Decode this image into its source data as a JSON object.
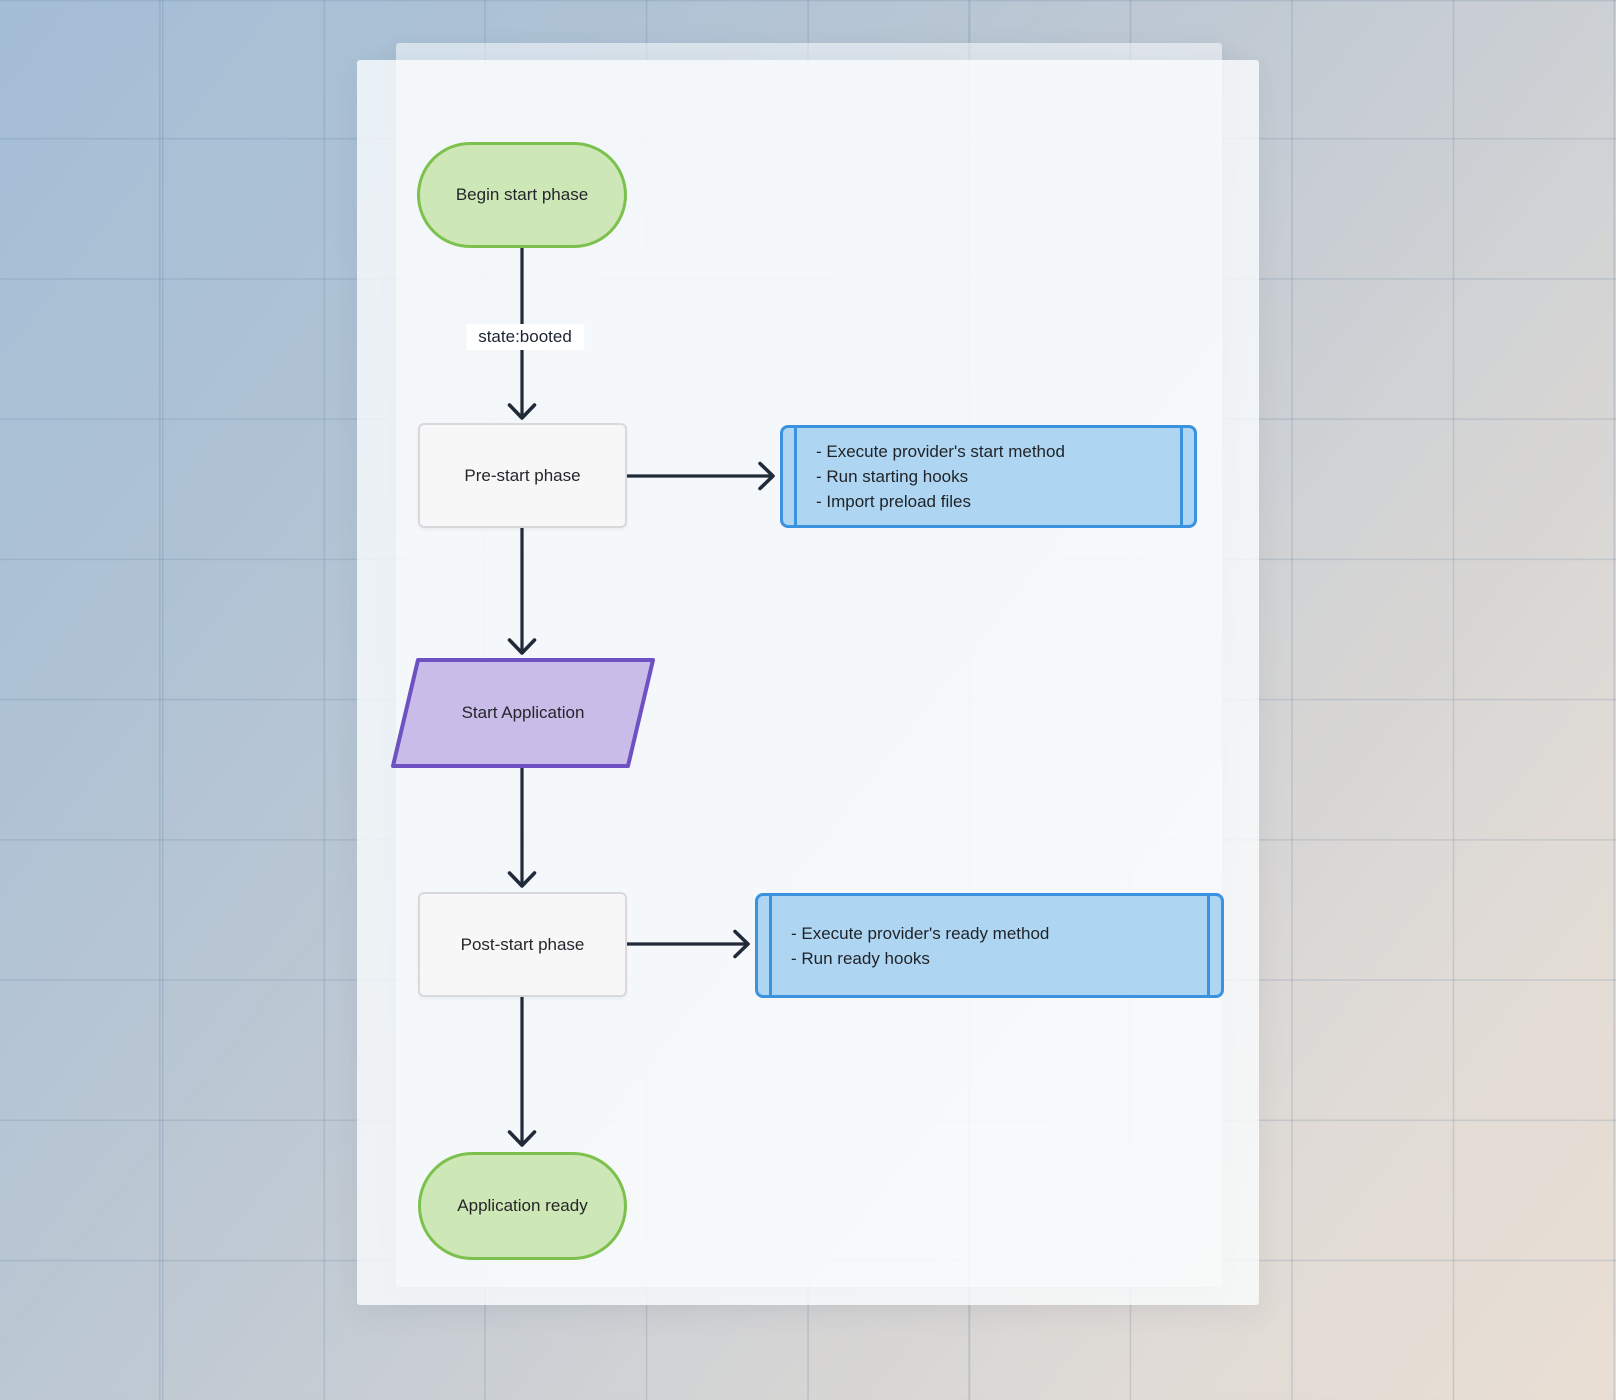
{
  "flow": {
    "nodes": {
      "begin": {
        "label": "Begin start phase",
        "shape": "stadium"
      },
      "prestart": {
        "label": "Pre-start phase",
        "shape": "rect"
      },
      "prestart_tasks": {
        "shape": "subroutine",
        "lines": [
          "- Execute provider's start method",
          "- Run starting hooks",
          "- Import preload files"
        ]
      },
      "start_application": {
        "label": "Start Application",
        "shape": "parallelogram"
      },
      "poststart": {
        "label": "Post-start phase",
        "shape": "rect"
      },
      "poststart_tasks": {
        "shape": "subroutine",
        "lines": [
          "- Execute provider's ready method",
          "- Run ready hooks"
        ]
      },
      "ready": {
        "label": "Application ready",
        "shape": "stadium"
      }
    },
    "edge_label": "state:booted"
  },
  "colors": {
    "stadium_fill": "#cde7b7",
    "stadium_border": "#7cc14e",
    "rect_fill": "#f7f7f8",
    "rect_border": "#d9d9dd",
    "subroutine_fill": "#aed5f1",
    "subroutine_border": "#3b93e0",
    "parallelogram_fill": "#c9bce9",
    "parallelogram_border": "#6e51c3",
    "arrow": "#202a38",
    "text": "#25262a",
    "edge_label_bg": "#ffffff",
    "background_top_left": "#a4bed6",
    "background_bottom_right": "#e9ded3"
  }
}
